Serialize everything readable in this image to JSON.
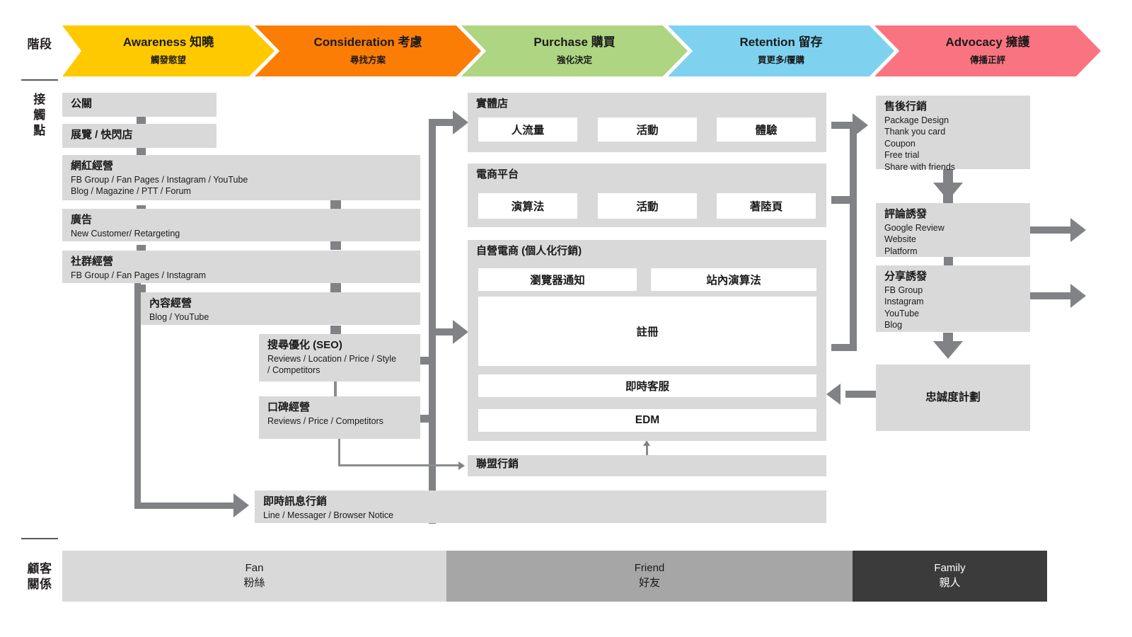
{
  "row_labels": {
    "stage": "階段",
    "touchpoint": "接觸點",
    "relationship": "顧客關係"
  },
  "stages": [
    {
      "en": "Awareness 知曉",
      "zh": "觸發慾望",
      "color": "#FFC900"
    },
    {
      "en": "Consideration 考慮",
      "zh": "尋找方案",
      "color": "#FC7D06"
    },
    {
      "en": "Purchase 購買",
      "zh": "強化決定",
      "color": "#AED581"
    },
    {
      "en": "Retention 留存",
      "zh": "買更多/覆購",
      "color": "#7ED2F0"
    },
    {
      "en": "Advocacy 擁護",
      "zh": "傳播正評",
      "color": "#F97480"
    }
  ],
  "touchpoints": {
    "pr": {
      "title": "公關",
      "sub": ""
    },
    "exhibition": {
      "title": "展覽 / 快閃店",
      "sub": ""
    },
    "kol": {
      "title": "網紅經營",
      "sub": "FB Group / Fan Pages / Instagram / YouTube\nBlog / Magazine / PTT / Forum"
    },
    "ads": {
      "title": "廣告",
      "sub": "New Customer/ Retargeting"
    },
    "community": {
      "title": "社群經營",
      "sub": "FB Group / Fan Pages / Instagram"
    },
    "content": {
      "title": "內容經營",
      "sub": "Blog / YouTube"
    },
    "seo": {
      "title": "搜尋優化 (SEO)",
      "sub": "Reviews / Location / Price / Style\n/ Competitors"
    },
    "wom": {
      "title": "口碑經營",
      "sub": "Reviews / Price / Competitors"
    },
    "affiliate": {
      "title": "聯盟行銷",
      "sub": ""
    },
    "instant_message": {
      "title": "即時訊息行銷",
      "sub": "Line / Messager / Browser Notice"
    },
    "physical_store": {
      "title": "實體店",
      "chips": [
        "人流量",
        "活動",
        "體驗"
      ]
    },
    "ec_platform": {
      "title": "電商平台",
      "chips": [
        "演算法",
        "活動",
        "著陸頁"
      ]
    },
    "own_ec": {
      "title": "自營電商 (個人化行銷)",
      "chips_top": [
        "瀏覽器通知",
        "站內演算法"
      ],
      "chip_register": "註冊",
      "chip_service": "即時客服",
      "chip_edm": "EDM"
    },
    "post_sale": {
      "title": "售後行銷",
      "sub": "Package Design\nThank you card\nCoupon\nFree trial\nShare with friends"
    },
    "review_trigger": {
      "title": "評論誘發",
      "sub": "Google Review\nWebsite\nPlatform"
    },
    "share_trigger": {
      "title": "分享誘發",
      "sub": "FB Group\nInstagram\nYouTube\nBlog"
    },
    "loyalty": {
      "title": "忠誠度計劃",
      "sub": ""
    }
  },
  "relationships": [
    {
      "en": "Fan",
      "zh": "粉絲",
      "bg": "#d9d9d9",
      "fg": "#1a1a1a"
    },
    {
      "en": "Friend",
      "zh": "好友",
      "bg": "#a6a6a6",
      "fg": "#1a1a1a"
    },
    {
      "en": "Family",
      "zh": "親人",
      "bg": "#3b3b3b",
      "fg": "#ffffff"
    }
  ],
  "colors": {
    "box": "#d9d9d9",
    "connector": "#808285",
    "chip": "#ffffff"
  }
}
